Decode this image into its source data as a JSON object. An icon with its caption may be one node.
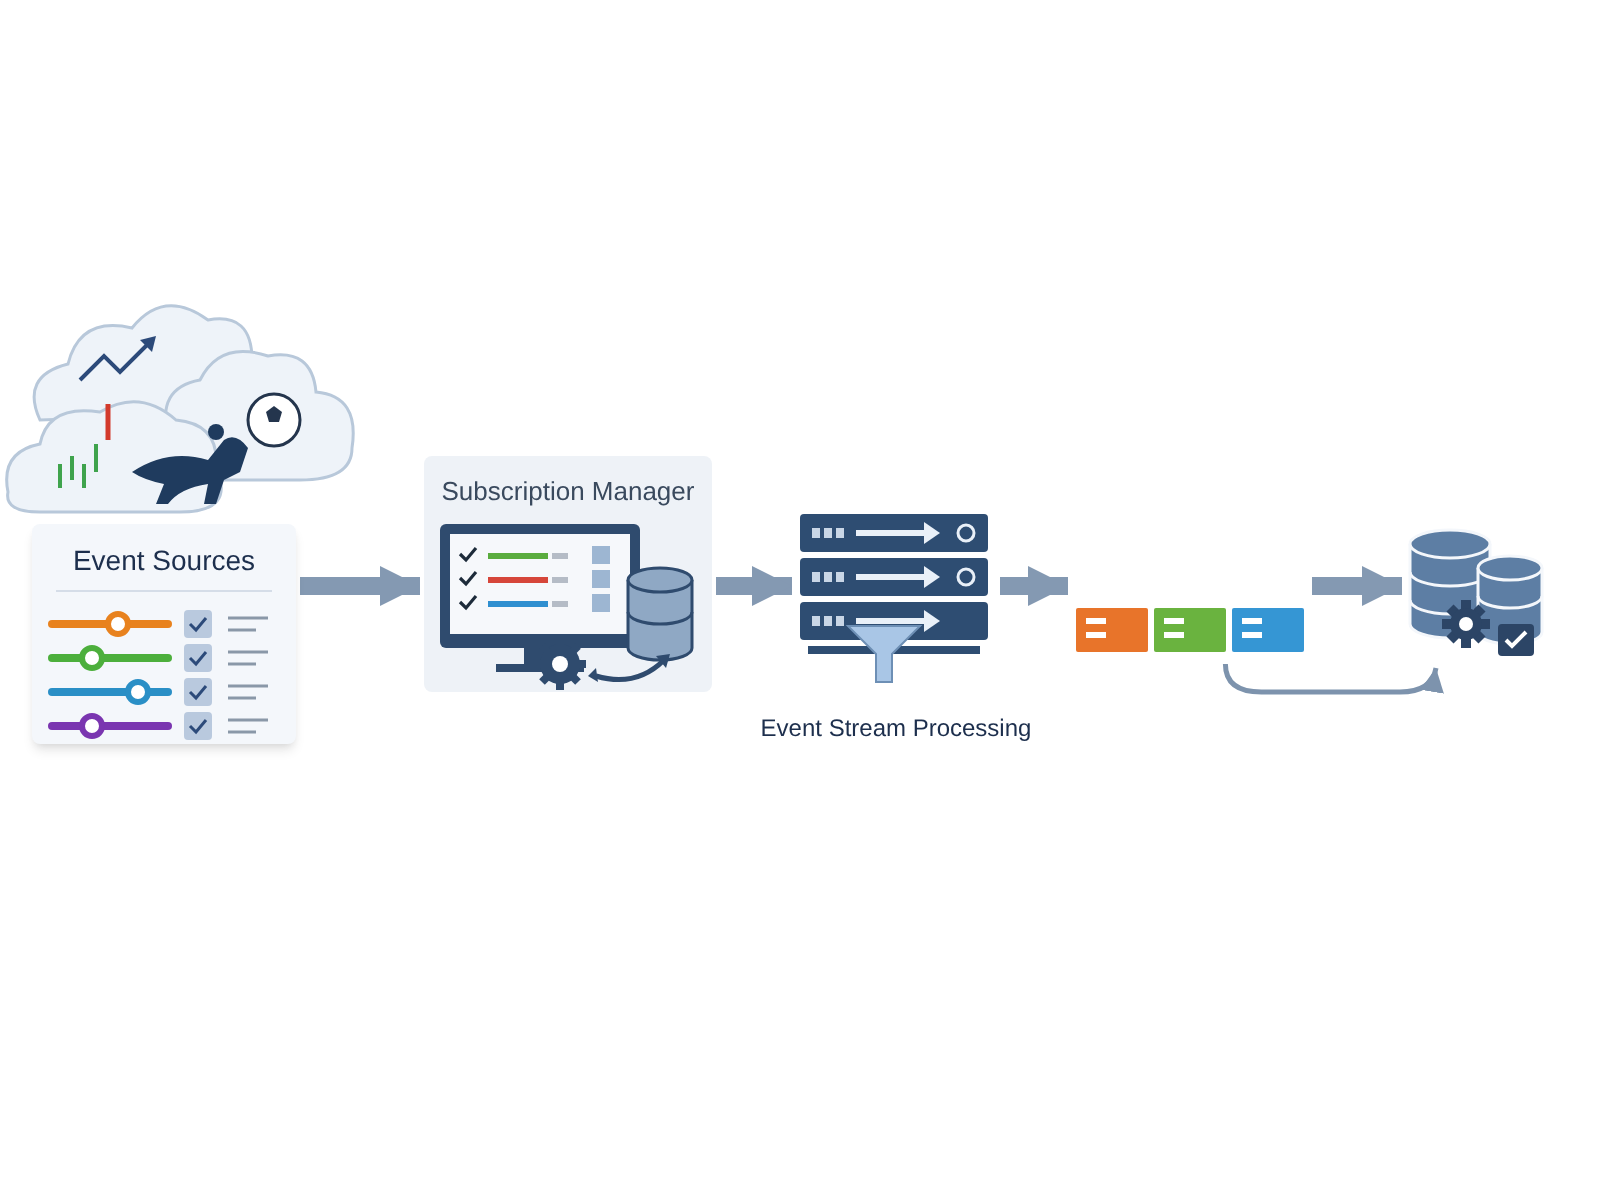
{
  "diagram": {
    "nodes": [
      {
        "text": [
          "Event Sources"
        ]
      },
      {
        "text": [
          "Subscription Manager"
        ]
      },
      {
        "text": [
          "Event Stream Processing"
        ]
      },
      {
        "text": [],
        "shape": "picture"
      },
      {
        "text": [],
        "shape": "picture"
      }
    ],
    "edges": [
      {
        "from": 0,
        "to": 1,
        "arrow": "to"
      },
      {
        "from": 1,
        "to": 2,
        "arrow": "to"
      },
      {
        "from": 2,
        "to": 3,
        "arrow": "to"
      },
      {
        "from": 3,
        "to": 4,
        "arrow": "to"
      },
      {
        "from": 3,
        "to": 4,
        "arrow": "to"
      }
    ]
  }
}
